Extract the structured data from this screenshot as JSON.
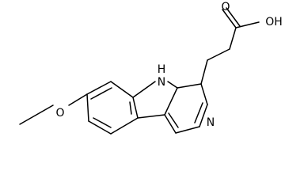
{
  "molecule": {
    "labels": {
      "acid_hydroxyl": "OH",
      "acid_carbonyl": "O",
      "indole_nh": "H",
      "indole_n": "N",
      "pyridine_n": "N",
      "methoxy_o": "O"
    },
    "colors": {
      "ink": "#000000",
      "background": "#ffffff"
    }
  }
}
